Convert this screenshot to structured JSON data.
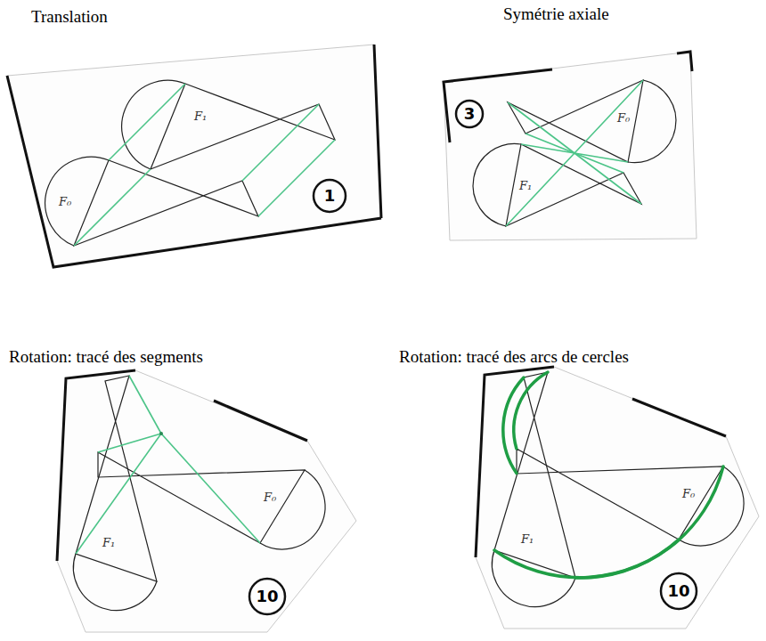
{
  "diagram": {
    "labels": [
      "Translation",
      "Symétrie axiale",
      "F₁",
      "F₀",
      "1",
      "3",
      "F₀",
      "F₁",
      "Rotation: tracé des segments",
      "Rotation: tracé des arcs de cercles",
      "F₁",
      "F₀",
      "10",
      "F₁",
      "F₀",
      "10"
    ]
  }
}
